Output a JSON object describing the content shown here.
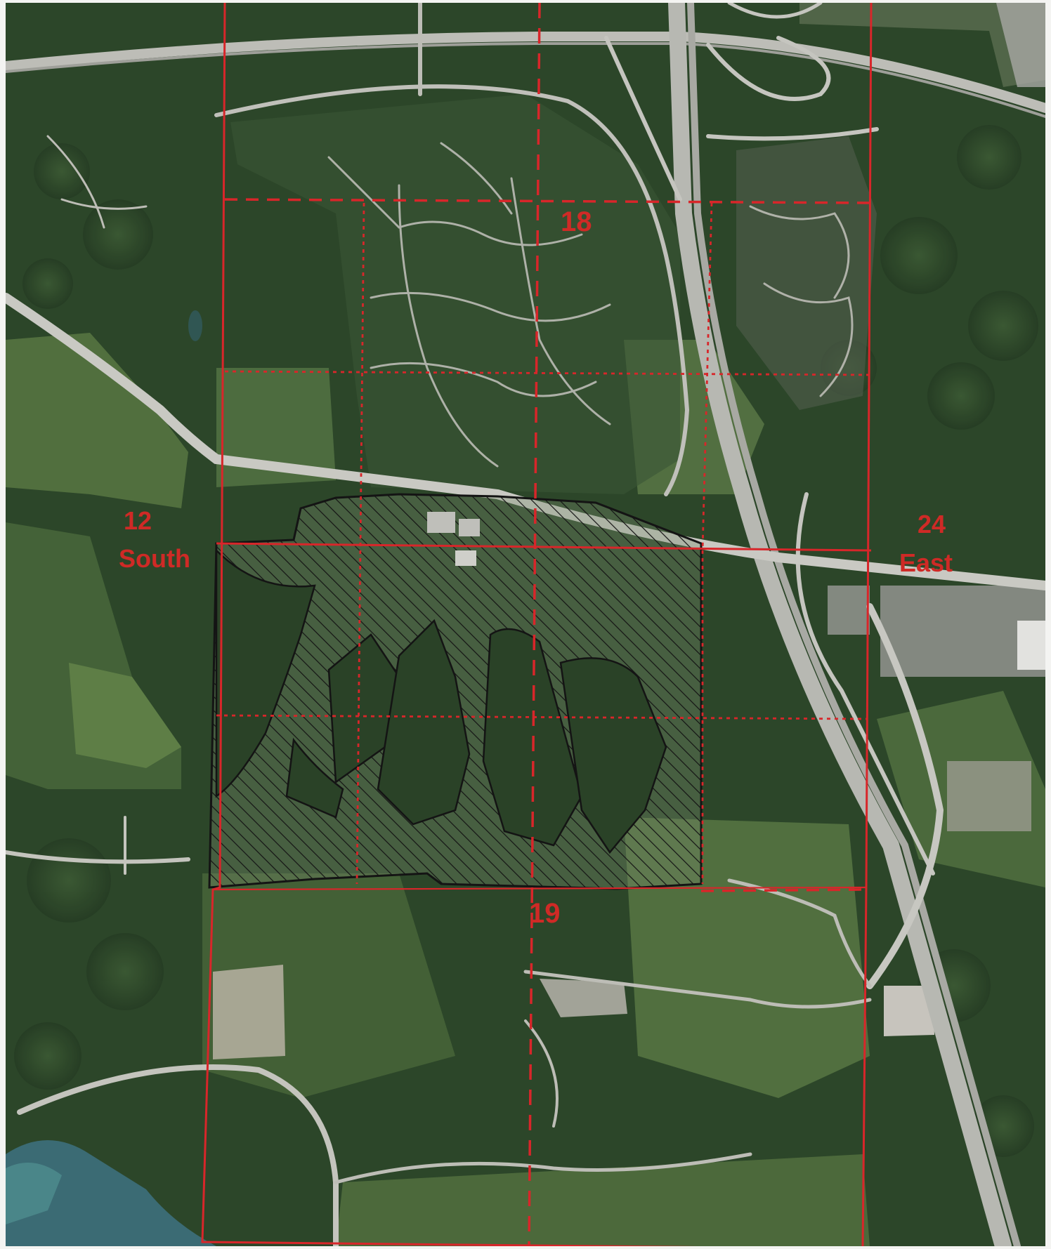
{
  "map": {
    "section_labels": {
      "north": "18",
      "south": "19",
      "west_line1": "12",
      "west_line2": "South",
      "east_line1": "24",
      "east_line2": "East"
    },
    "colors": {
      "grid_lines": "#d8262a",
      "label_text": "#cf2a26",
      "hatched_area": "#1a1a1a",
      "forest": "#2f4a2c",
      "field": "#5d7a45",
      "road": "#c9c9c3",
      "water": "#3f6f7a"
    },
    "imagery": "aerial photograph"
  }
}
